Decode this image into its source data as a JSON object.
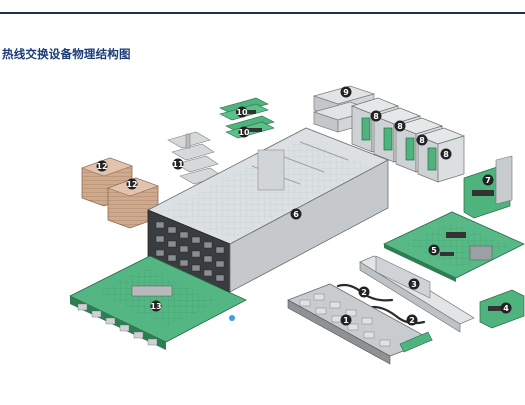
{
  "header": {
    "title": "热线交换设备物理结构图"
  },
  "callouts": [
    "1",
    "2",
    "2",
    "3",
    "4",
    "5",
    "6",
    "7",
    "8",
    "8",
    "8",
    "8",
    "9",
    "10",
    "10",
    "11",
    "12",
    "12",
    "13"
  ],
  "colors": {
    "header_rule": "#1c2f4e",
    "title": "#1a3a78",
    "pcb_green": "#4fb37d",
    "chassis_gray": "#c9ccce",
    "heatsink_copper": "#caa68a",
    "callout_fill": "#222222"
  }
}
